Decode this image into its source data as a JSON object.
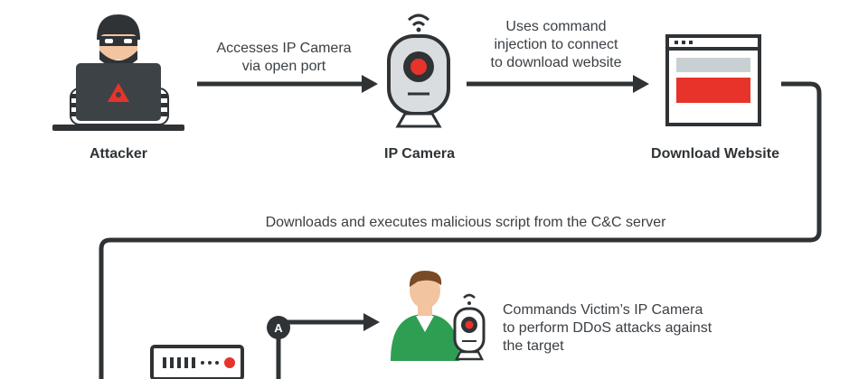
{
  "nodes": {
    "attacker": "Attacker",
    "camera": "IP Camera",
    "website": "Download Website"
  },
  "edges": {
    "attacker_to_camera": [
      "Accesses IP Camera",
      "via open port"
    ],
    "camera_to_website": [
      "Uses command",
      "injection to connect",
      "to download website"
    ],
    "website_to_cc": "Downloads and executes malicious script from the C&C server",
    "cc_to_victim": [
      "Commands Victim’s IP Camera",
      "to perform DDoS attacks against",
      "the target"
    ]
  },
  "markers": {
    "junction": "A"
  },
  "colors": {
    "line": "#2f3336",
    "accent": "#e8332a",
    "green": "#2e9e52",
    "skin": "#f2c4a0",
    "hair": "#7a4a26",
    "camera_body": "#d9dde0",
    "panel": "#c9d0d4"
  },
  "icons": [
    "attacker-icon",
    "ip-camera-icon",
    "website-icon",
    "victim-icon",
    "server-icon"
  ]
}
